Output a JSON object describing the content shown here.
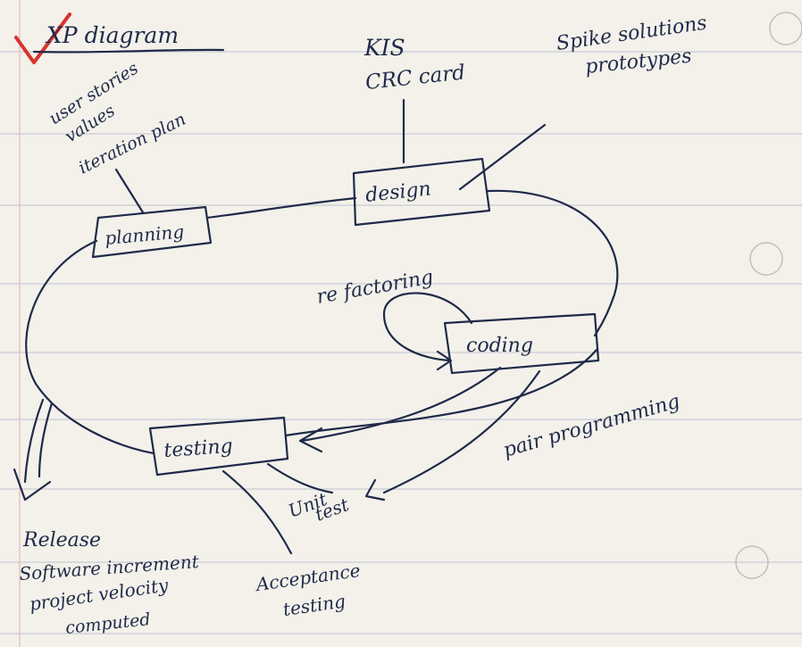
{
  "title": "XP diagram",
  "check_mark_color": "#d8332e",
  "ink_color": "#1f2a4a",
  "nodes": {
    "planning": "planning",
    "design": "design",
    "coding": "coding",
    "testing": "testing"
  },
  "annotations": {
    "design_1": "KIS",
    "design_2": "CRC card",
    "spike_1": "Spike solutions",
    "spike_2": "prototypes",
    "planning_1": "user stories",
    "planning_2": "values",
    "planning_3": "iteration plan",
    "refactoring": "re factoring",
    "pair_programming": "pair programming",
    "unit_test_1": "Unit",
    "unit_test_2": "test",
    "acceptance_1": "Acceptance",
    "acceptance_2": "testing",
    "release": "Release",
    "release_1": "Software increment",
    "release_2": "project velocity",
    "release_3": "computed"
  }
}
